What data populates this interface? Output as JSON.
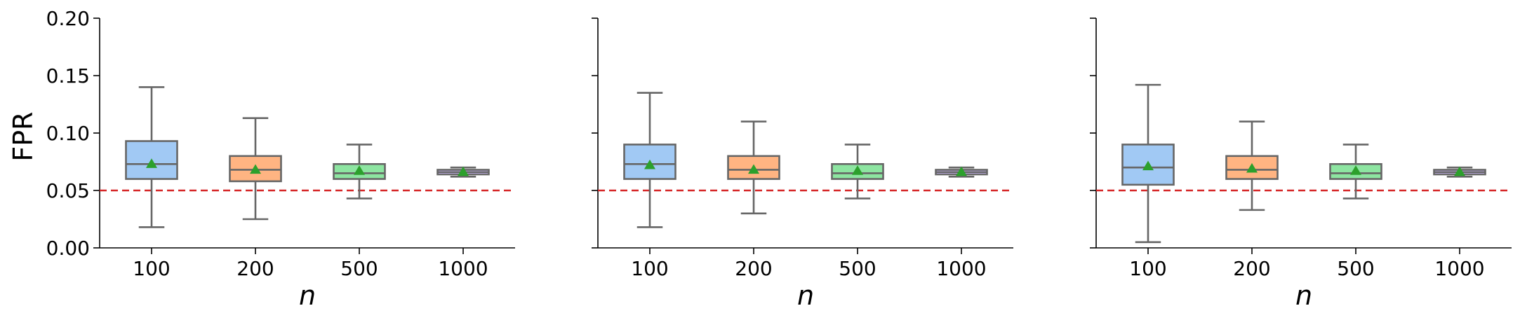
{
  "chart_data": {
    "type": "box",
    "ylabel": "FPR",
    "xlabel": "n",
    "ylim": [
      0,
      0.2
    ],
    "yticks": [
      "0.00",
      "0.05",
      "0.10",
      "0.15",
      "0.20"
    ],
    "categories": [
      "100",
      "200",
      "500",
      "1000"
    ],
    "reference_line": {
      "y": 0.05,
      "color": "#d62728",
      "style": "dashed"
    },
    "box_colors": [
      "#a1c9f4",
      "#ffb482",
      "#8de5a1",
      "#d0bbff"
    ],
    "box_edge_color": "#666666",
    "mean_marker_color": "#2ca02c",
    "grid": false,
    "panels": [
      {
        "boxes": [
          {
            "category": "100",
            "whislo": 0.018,
            "q1": 0.06,
            "median": 0.073,
            "q3": 0.093,
            "whishi": 0.14,
            "mean": 0.073
          },
          {
            "category": "200",
            "whislo": 0.025,
            "q1": 0.058,
            "median": 0.068,
            "q3": 0.08,
            "whishi": 0.113,
            "mean": 0.068
          },
          {
            "category": "500",
            "whislo": 0.043,
            "q1": 0.06,
            "median": 0.065,
            "q3": 0.073,
            "whishi": 0.09,
            "mean": 0.067
          },
          {
            "category": "1000",
            "whislo": 0.062,
            "q1": 0.064,
            "median": 0.066,
            "q3": 0.068,
            "whishi": 0.07,
            "mean": 0.066
          }
        ]
      },
      {
        "boxes": [
          {
            "category": "100",
            "whislo": 0.018,
            "q1": 0.06,
            "median": 0.073,
            "q3": 0.09,
            "whishi": 0.135,
            "mean": 0.072
          },
          {
            "category": "200",
            "whislo": 0.03,
            "q1": 0.06,
            "median": 0.068,
            "q3": 0.08,
            "whishi": 0.11,
            "mean": 0.068
          },
          {
            "category": "500",
            "whislo": 0.043,
            "q1": 0.06,
            "median": 0.065,
            "q3": 0.073,
            "whishi": 0.09,
            "mean": 0.067
          },
          {
            "category": "1000",
            "whislo": 0.062,
            "q1": 0.064,
            "median": 0.066,
            "q3": 0.068,
            "whishi": 0.07,
            "mean": 0.066
          }
        ]
      },
      {
        "boxes": [
          {
            "category": "100",
            "whislo": 0.005,
            "q1": 0.055,
            "median": 0.07,
            "q3": 0.09,
            "whishi": 0.142,
            "mean": 0.071
          },
          {
            "category": "200",
            "whislo": 0.033,
            "q1": 0.06,
            "median": 0.068,
            "q3": 0.08,
            "whishi": 0.11,
            "mean": 0.069
          },
          {
            "category": "500",
            "whislo": 0.043,
            "q1": 0.06,
            "median": 0.065,
            "q3": 0.073,
            "whishi": 0.09,
            "mean": 0.067
          },
          {
            "category": "1000",
            "whislo": 0.062,
            "q1": 0.064,
            "median": 0.066,
            "q3": 0.068,
            "whishi": 0.07,
            "mean": 0.066
          }
        ]
      }
    ]
  }
}
